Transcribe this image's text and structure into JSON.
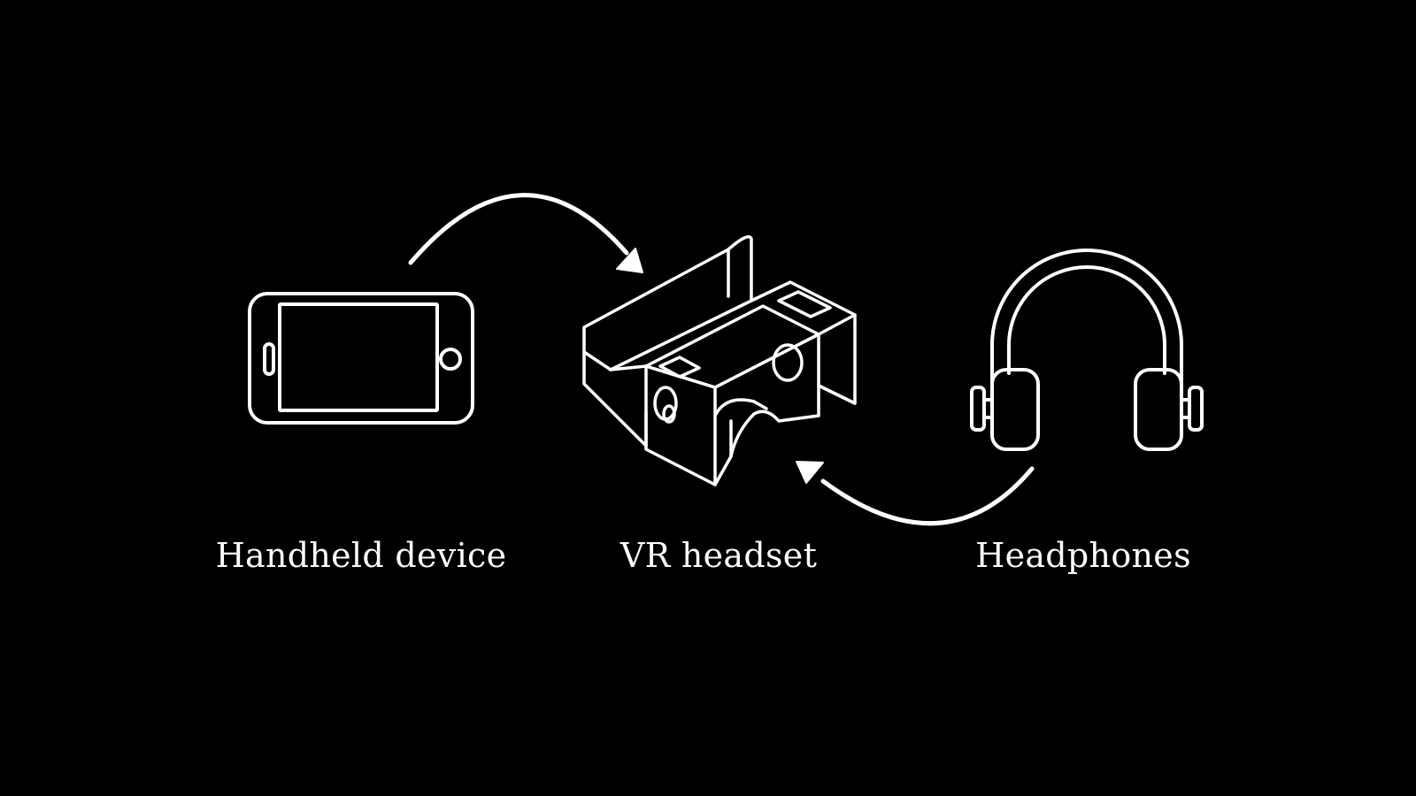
{
  "diagram": {
    "background": "#000000",
    "stroke_color": "#ffffff",
    "items": [
      {
        "label": "Handheld device",
        "icon": "smartphone-icon"
      },
      {
        "label": "VR headset",
        "icon": "vr-headset-icon"
      },
      {
        "label": "Headphones",
        "icon": "headphones-icon"
      }
    ],
    "connectors": [
      {
        "from": "Handheld device",
        "to": "VR headset",
        "icon": "curved-arrow-icon"
      },
      {
        "from": "Headphones",
        "to": "VR headset",
        "icon": "curved-arrow-icon"
      }
    ]
  }
}
